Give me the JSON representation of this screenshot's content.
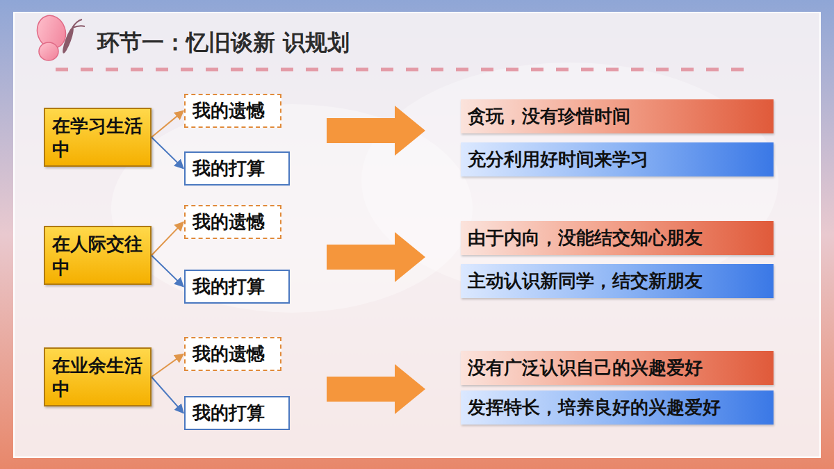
{
  "diagram": {
    "title": "环节一：忆旧谈新 识规划",
    "nodes": [
      {
        "text": [
          "在学习生活中"
        ]
      },
      {
        "text": [
          "我的遗憾"
        ]
      },
      {
        "text": [
          "我的打算"
        ]
      },
      {
        "text": [
          "贪玩，没有珍惜时间"
        ]
      },
      {
        "text": [
          "充分利用好时间来学习"
        ]
      },
      {
        "text": [
          "在人际交往中"
        ]
      },
      {
        "text": [
          "我的遗憾"
        ]
      },
      {
        "text": [
          "我的打算"
        ]
      },
      {
        "text": [
          "由于内向，没能结交知心朋友"
        ]
      },
      {
        "text": [
          "主动认识新同学，结交新朋友"
        ]
      },
      {
        "text": [
          "在业余生活中"
        ]
      },
      {
        "text": [
          "我的遗憾"
        ]
      },
      {
        "text": [
          "我的打算"
        ]
      },
      {
        "text": [
          "没有广泛认识自己的兴趣爱好"
        ]
      },
      {
        "text": [
          "发挥特长，培养良好的兴趣爱好"
        ]
      }
    ],
    "edges": [
      {
        "from": 0,
        "to": 1,
        "arrow": "to"
      },
      {
        "from": 0,
        "to": 2,
        "arrow": "to"
      },
      {
        "from": 5,
        "to": 6,
        "arrow": "to"
      },
      {
        "from": 5,
        "to": 7,
        "arrow": "to"
      },
      {
        "from": 10,
        "to": 11,
        "arrow": "to"
      },
      {
        "from": 10,
        "to": 12,
        "arrow": "to"
      }
    ]
  }
}
